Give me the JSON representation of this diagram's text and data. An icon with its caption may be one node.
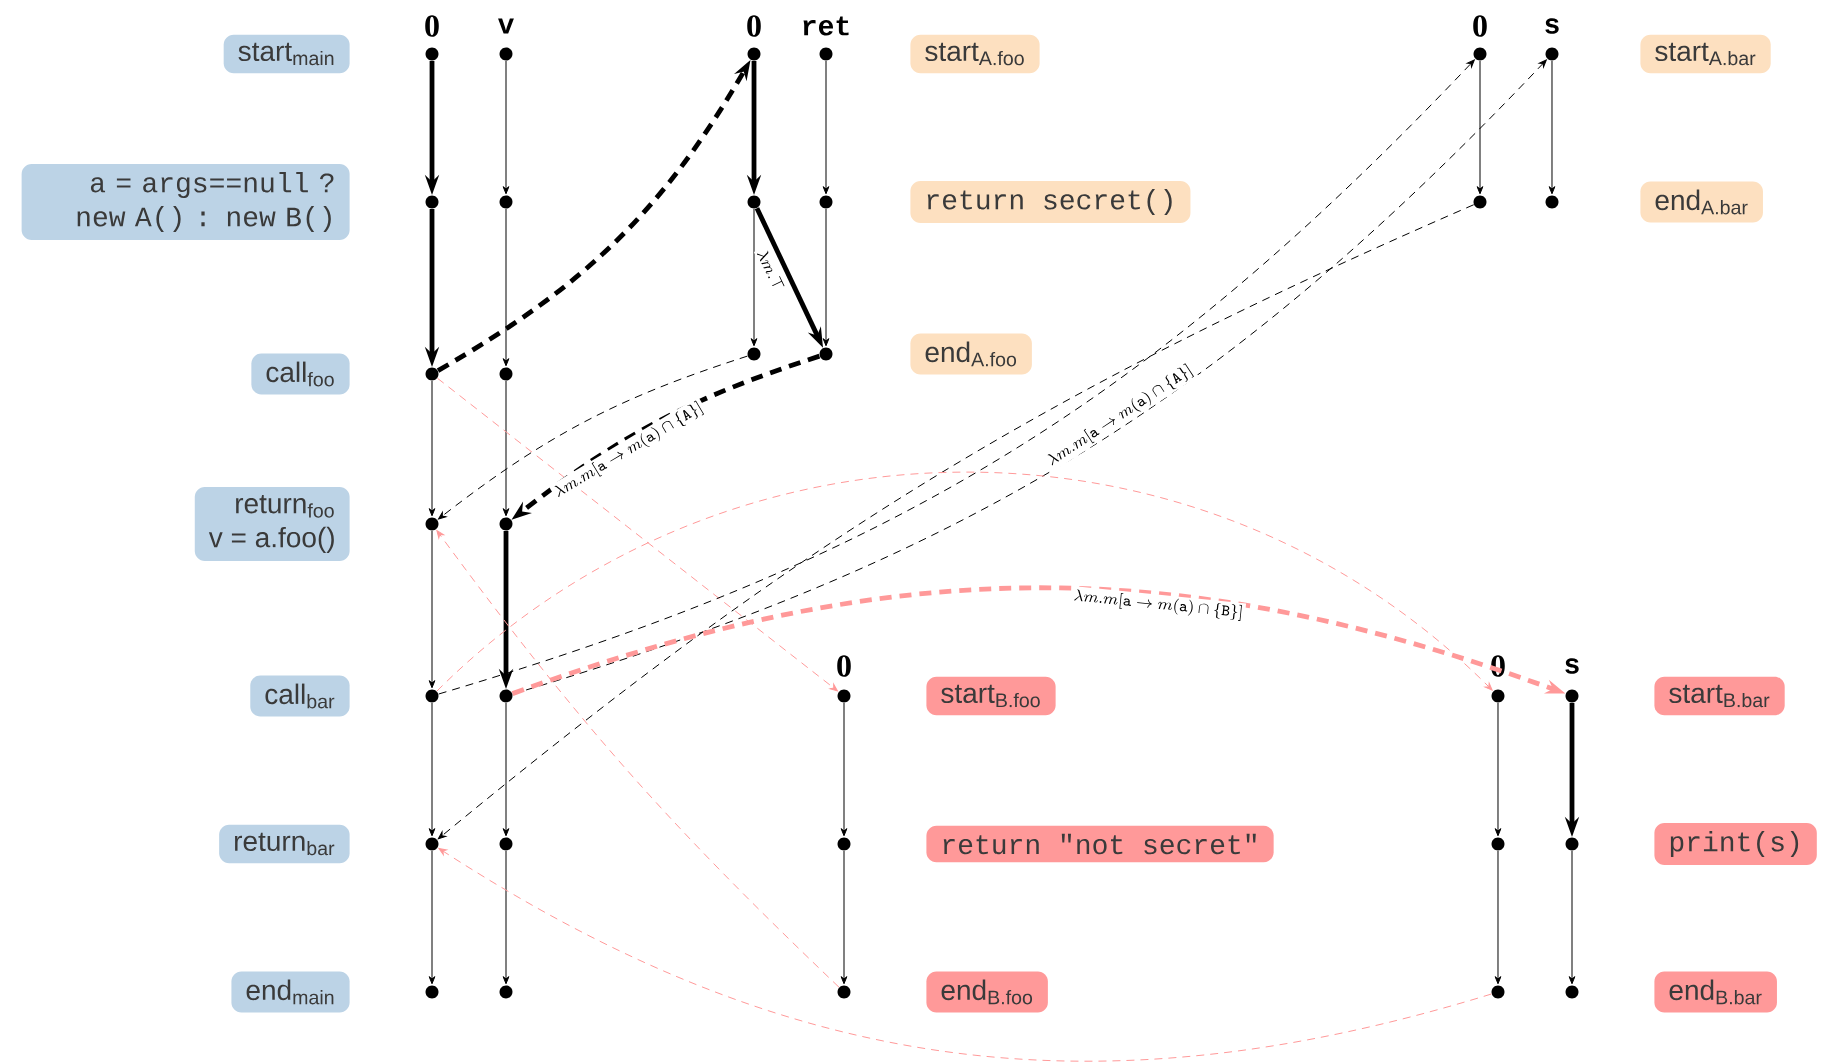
{
  "diagram": {
    "nodes": [
      {
        "text": [
          "start$_{main}$"
        ]
      },
      {
        "text": [
          "a = args==null ? new A() : new B()"
        ]
      },
      {
        "text": [
          "call$_{foo}$"
        ]
      },
      {
        "text": [
          "return$_{foo}$",
          "v = a.foo()"
        ]
      },
      {
        "text": [
          "call$_{bar}$"
        ]
      },
      {
        "text": [
          "return$_{bar}$"
        ]
      },
      {
        "text": [
          "end$_{main}$"
        ]
      },
      {
        "text": [
          "start$_{A.foo}$"
        ]
      },
      {
        "text": [
          "return secret()"
        ]
      },
      {
        "text": [
          "end$_{A.foo}$"
        ]
      },
      {
        "text": [
          "start$_{A.bar}$"
        ]
      },
      {
        "text": [
          "end$_{A.bar}$"
        ]
      },
      {
        "text": [
          "start$_{B.foo}$"
        ]
      },
      {
        "text": [
          "return \"not secret\""
        ]
      },
      {
        "text": [
          "end$_{B.foo}$"
        ]
      },
      {
        "text": [
          "start$_{B.bar}$"
        ]
      },
      {
        "text": [
          "print(s)"
        ]
      },
      {
        "text": [
          "end$_{B.bar}$"
        ]
      },
      {
        "text": [],
        "shape": "circle"
      },
      {
        "text": [],
        "shape": "circle"
      },
      {
        "text": [],
        "shape": "circle"
      },
      {
        "text": [],
        "shape": "circle"
      },
      {
        "text": [],
        "shape": "circle"
      },
      {
        "text": [],
        "shape": "circle"
      },
      {
        "text": [],
        "shape": "circle"
      },
      {
        "text": [],
        "shape": "circle"
      },
      {
        "text": [],
        "shape": "circle"
      },
      {
        "text": [],
        "shape": "circle"
      },
      {
        "text": [],
        "shape": "circle"
      },
      {
        "text": [],
        "shape": "circle"
      },
      {
        "text": [],
        "shape": "circle"
      },
      {
        "text": [],
        "shape": "circle"
      },
      {
        "text": [],
        "shape": "circle"
      },
      {
        "text": [],
        "shape": "circle"
      },
      {
        "text": [],
        "shape": "circle"
      },
      {
        "text": [],
        "shape": "circle"
      },
      {
        "text": [],
        "shape": "circle"
      },
      {
        "text": [],
        "shape": "circle"
      },
      {
        "text": [],
        "shape": "circle"
      },
      {
        "text": [],
        "shape": "circle"
      },
      {
        "text": [],
        "shape": "circle"
      },
      {
        "text": [],
        "shape": "circle"
      },
      {
        "text": [],
        "shape": "circle"
      },
      {
        "text": [],
        "shape": "circle"
      },
      {
        "text": [],
        "shape": "circle"
      },
      {
        "text": [],
        "shape": "circle"
      },
      {
        "text": [],
        "shape": "circle"
      },
      {
        "text": [],
        "shape": "circle"
      },
      {
        "text": [],
        "shape": "circle"
      },
      {
        "text": [],
        "shape": "circle"
      },
      {
        "text": [],
        "shape": "circle"
      }
    ],
    "edges": [
      {
        "from": 18,
        "to": 19,
        "arrow": "to",
        "style": "thick"
      },
      {
        "from": 19,
        "to": 20,
        "arrow": "to",
        "style": "thick"
      },
      {
        "from": 20,
        "to": 21,
        "arrow": "to"
      },
      {
        "from": 21,
        "to": 22,
        "arrow": "to"
      },
      {
        "from": 22,
        "to": 23,
        "arrow": "to"
      },
      {
        "from": 23,
        "to": 24,
        "arrow": "to"
      },
      {
        "from": 25,
        "to": 26,
        "arrow": "to"
      },
      {
        "from": 26,
        "to": 27,
        "arrow": "to"
      },
      {
        "from": 27,
        "to": 28,
        "arrow": "to"
      },
      {
        "from": 28,
        "to": 29,
        "arrow": "to",
        "style": "thick"
      },
      {
        "from": 29,
        "to": 30,
        "arrow": "to"
      },
      {
        "from": 30,
        "to": 31,
        "arrow": "to"
      },
      {
        "from": 32,
        "to": 33,
        "arrow": "to",
        "style": "thick"
      },
      {
        "from": 33,
        "to": 34,
        "arrow": "to"
      },
      {
        "from": 33,
        "to": 37,
        "arrow": "to",
        "style": "thick",
        "label": "\\lambda m.\\top"
      },
      {
        "from": 35,
        "to": 36,
        "arrow": "to"
      },
      {
        "from": 36,
        "to": 37,
        "arrow": "to"
      },
      {
        "from": 38,
        "to": 39,
        "arrow": "to"
      },
      {
        "from": 40,
        "to": 41,
        "arrow": "to"
      },
      {
        "from": 42,
        "to": 43,
        "arrow": "to"
      },
      {
        "from": 43,
        "to": 44,
        "arrow": "to"
      },
      {
        "from": 45,
        "to": 46,
        "arrow": "to"
      },
      {
        "from": 46,
        "to": 47,
        "arrow": "to"
      },
      {
        "from": 48,
        "to": 49,
        "arrow": "to",
        "style": "thick"
      },
      {
        "from": 49,
        "to": 50,
        "arrow": "to"
      },
      {
        "from": 20,
        "to": 32,
        "arrow": "to",
        "style": "dashed"
      },
      {
        "from": 20,
        "to": 42,
        "arrow": "to",
        "style": "dashed",
        "color": "#ff9999"
      },
      {
        "from": 34,
        "to": 21,
        "arrow": "to",
        "style": "dashed"
      },
      {
        "from": 37,
        "to": 28,
        "arrow": "to",
        "style": "dashed",
        "label": "\\lambda m.m[\\mathtt{a} \\to m(\\mathtt{a}) \\cap \\{\\mathtt{A}\\}]"
      },
      {
        "from": 44,
        "to": 21,
        "arrow": "to",
        "style": "dashed",
        "color": "#ff9999"
      },
      {
        "from": 22,
        "to": 38,
        "arrow": "to",
        "style": "dashed"
      },
      {
        "from": 29,
        "to": 40,
        "arrow": "to",
        "style": "dashed",
        "label": "\\lambda m.m[\\mathtt{a} \\to m(\\mathtt{a}) \\cap \\{\\mathtt{A}\\}]"
      },
      {
        "from": 39,
        "to": 23,
        "arrow": "to",
        "style": "dashed"
      },
      {
        "from": 22,
        "to": 45,
        "arrow": "to",
        "style": "dashed",
        "color": "#ff9999"
      },
      {
        "from": 29,
        "to": 48,
        "arrow": "to",
        "style": "dashed",
        "color": "#ff9999",
        "label": "\\lambda m.m[\\mathtt{a} \\to m(\\mathtt{a}) \\cap \\{\\mathtt{B}\\}]"
      },
      {
        "from": 47,
        "to": 23,
        "arrow": "to",
        "style": "dashed",
        "color": "#ff9999"
      }
    ],
    "labels": [
      "0",
      "v",
      "0",
      "ret",
      "0",
      "s",
      "0",
      "0",
      "s"
    ]
  }
}
